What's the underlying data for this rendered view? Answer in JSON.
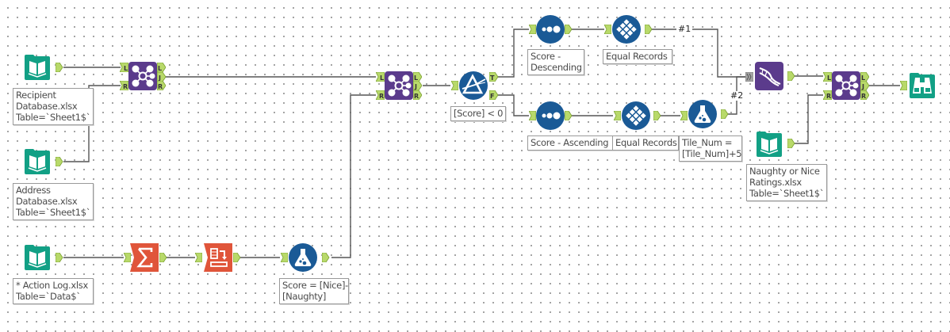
{
  "canvas": {
    "name": "Alteryx workflow canvas"
  },
  "colors": {
    "input_teal": "#12a085",
    "join_purple": "#5b3b8c",
    "transform_orange": "#e0553a",
    "prep_blue": "#1a5a96",
    "anchor_green": "#b8d96a",
    "wire": "#555555"
  },
  "tools": [
    {
      "id": "input-recipient",
      "type": "input-data",
      "icon": "book-icon",
      "annotation": "Recipient\nDatabase.xlsx\nTable=`Sheet1$`"
    },
    {
      "id": "input-address",
      "type": "input-data",
      "icon": "book-icon",
      "annotation": "Address\nDatabase.xlsx\nTable=`Sheet1$`"
    },
    {
      "id": "input-action-log",
      "type": "input-data",
      "icon": "book-icon",
      "annotation": "* Action Log.xlsx\nTable=`Data$`"
    },
    {
      "id": "join-1",
      "type": "join",
      "icon": "join-icon",
      "anchors_in": [
        "L",
        "R"
      ],
      "anchors_out": [
        "L",
        "J",
        "R"
      ]
    },
    {
      "id": "summarize",
      "type": "summarize",
      "icon": "sigma-icon"
    },
    {
      "id": "cross-tab",
      "type": "cross-tab",
      "icon": "cross-tab-icon"
    },
    {
      "id": "formula-score",
      "type": "formula",
      "icon": "flask-icon",
      "annotation": "Score = [Nice]-\n[Naughty]"
    },
    {
      "id": "join-2",
      "type": "join",
      "icon": "join-icon",
      "anchors_in": [
        "L",
        "R"
      ],
      "anchors_out": [
        "L",
        "J",
        "R"
      ]
    },
    {
      "id": "filter",
      "type": "filter",
      "icon": "prism-icon",
      "annotation": "[Score] < 0",
      "anchors_out": [
        "T",
        "F"
      ]
    },
    {
      "id": "sort-desc",
      "type": "sort",
      "icon": "sort-dots-icon",
      "annotation": "Score -\nDescending"
    },
    {
      "id": "tile-1",
      "type": "tile",
      "icon": "tile-diamond-icon",
      "annotation": "Equal Records"
    },
    {
      "id": "sort-asc",
      "type": "sort",
      "icon": "sort-dots-icon",
      "annotation": "Score - Ascending"
    },
    {
      "id": "tile-2",
      "type": "tile",
      "icon": "tile-diamond-icon",
      "annotation": "Equal Records"
    },
    {
      "id": "formula-tile",
      "type": "formula",
      "icon": "flask-icon",
      "annotation": "Tile_Num =\n[Tile_Num]+5"
    },
    {
      "id": "union",
      "type": "union",
      "icon": "dna-icon"
    },
    {
      "id": "input-ratings",
      "type": "input-data",
      "icon": "book-icon",
      "annotation": "Naughty or Nice\nRatings.xlsx\nTable=`Sheet1$`"
    },
    {
      "id": "join-3",
      "type": "join",
      "icon": "join-icon",
      "anchors_in": [
        "L",
        "R"
      ],
      "anchors_out": [
        "L",
        "J",
        "R"
      ]
    },
    {
      "id": "browse",
      "type": "browse",
      "icon": "binoculars-icon"
    }
  ],
  "wire_labels": [
    "#1",
    "#2"
  ]
}
